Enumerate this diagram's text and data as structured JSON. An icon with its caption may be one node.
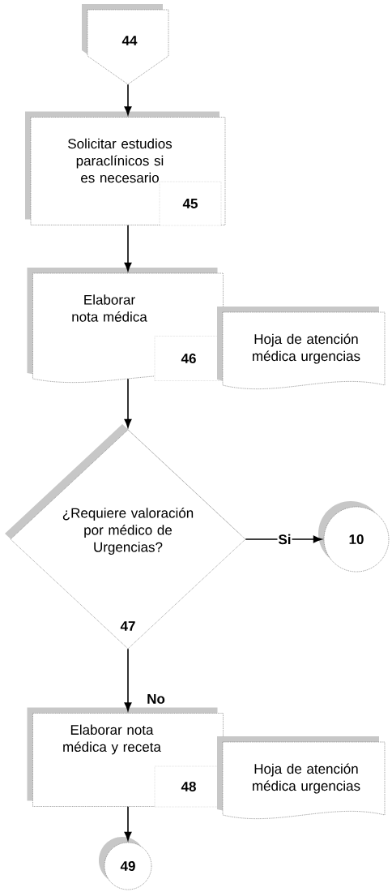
{
  "diagram": {
    "nodes": [
      {
        "text": [
          "44"
        ]
      },
      {
        "text": [
          "Solicitar estudios paraclínicos si es necesario",
          "45"
        ]
      },
      {
        "text": [
          "Elaborar nota médica",
          "46"
        ]
      },
      {
        "text": [
          "Hoja de atención médica urgencias"
        ]
      },
      {
        "text": [
          "¿Requiere valoración por médico de Urgencias?",
          "47"
        ]
      },
      {
        "text": [
          "10"
        ]
      },
      {
        "text": [
          "Elaborar nota médica y receta",
          "48"
        ]
      },
      {
        "text": [
          "Hoja de atención médica urgencias"
        ]
      },
      {
        "text": [
          "49"
        ]
      }
    ],
    "edges": [
      {
        "from": 0,
        "to": 1,
        "arrow": "to"
      },
      {
        "from": 1,
        "to": 2,
        "arrow": "to"
      },
      {
        "from": 2,
        "to": 4,
        "arrow": "to"
      },
      {
        "from": 4,
        "to": 5,
        "arrow": "to",
        "label": "Si"
      },
      {
        "from": 4,
        "to": 6,
        "arrow": "to",
        "label": "No"
      },
      {
        "from": 6,
        "to": 8,
        "arrow": "to"
      }
    ]
  }
}
